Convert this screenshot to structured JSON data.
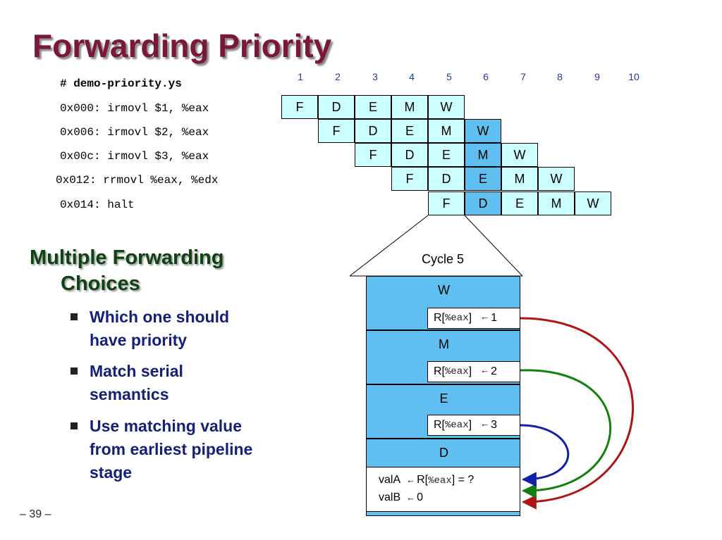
{
  "title": "Forwarding Priority",
  "program": {
    "filename": "# demo-priority.ys",
    "lines": [
      "0x000: irmovl $1, %eax",
      "0x006: irmovl $2, %eax",
      "0x00c: irmovl $3, %eax",
      "0x012: rrmovl %eax, %edx",
      "0x014: halt"
    ]
  },
  "cycles": [
    "1",
    "2",
    "3",
    "4",
    "5",
    "6",
    "7",
    "8",
    "9",
    "10"
  ],
  "pipeline_rows": [
    [
      "F",
      "D",
      "E",
      "M",
      "W"
    ],
    [
      "F",
      "D",
      "E",
      "M",
      "W"
    ],
    [
      "F",
      "D",
      "E",
      "M",
      "W"
    ],
    [
      "F",
      "D",
      "E",
      "M",
      "W"
    ],
    [
      "F",
      "D",
      "E",
      "M",
      "W"
    ]
  ],
  "highlight_color": "#5fbff1",
  "cell_color": "#ccffff",
  "heading": [
    "Multiple Forwarding",
    "Choices"
  ],
  "bullets": [
    [
      "Which one should",
      "have priority"
    ],
    [
      "Match serial",
      "semantics"
    ],
    [
      "Use matching value",
      "from earliest pipeline",
      "stage"
    ]
  ],
  "snapshot": {
    "cycle_label": "Cycle 5",
    "stages": [
      "W",
      "M",
      "E",
      "D"
    ],
    "writes": [
      {
        "prefix": "R[",
        "reg": "%eax",
        "suffix": "]",
        "arrow": "←",
        "value": "1",
        "color": "#b01515"
      },
      {
        "prefix": "R[",
        "reg": "%eax",
        "suffix": "]",
        "arrow": "←",
        "value": "2",
        "color": "#108010"
      },
      {
        "prefix": "R[",
        "reg": "%eax",
        "suffix": "]",
        "arrow": "←",
        "value": "3",
        "color": "#1020a8"
      }
    ],
    "decode": {
      "valA_name": "valA",
      "valA_arrow": "←",
      "valA_prefix": "R[",
      "valA_reg": "%eax",
      "valA_suffix": "] = ?",
      "valB_name": "valB",
      "valB_arrow": "←",
      "valB_value": "0"
    }
  },
  "page_number": "– 39 –"
}
